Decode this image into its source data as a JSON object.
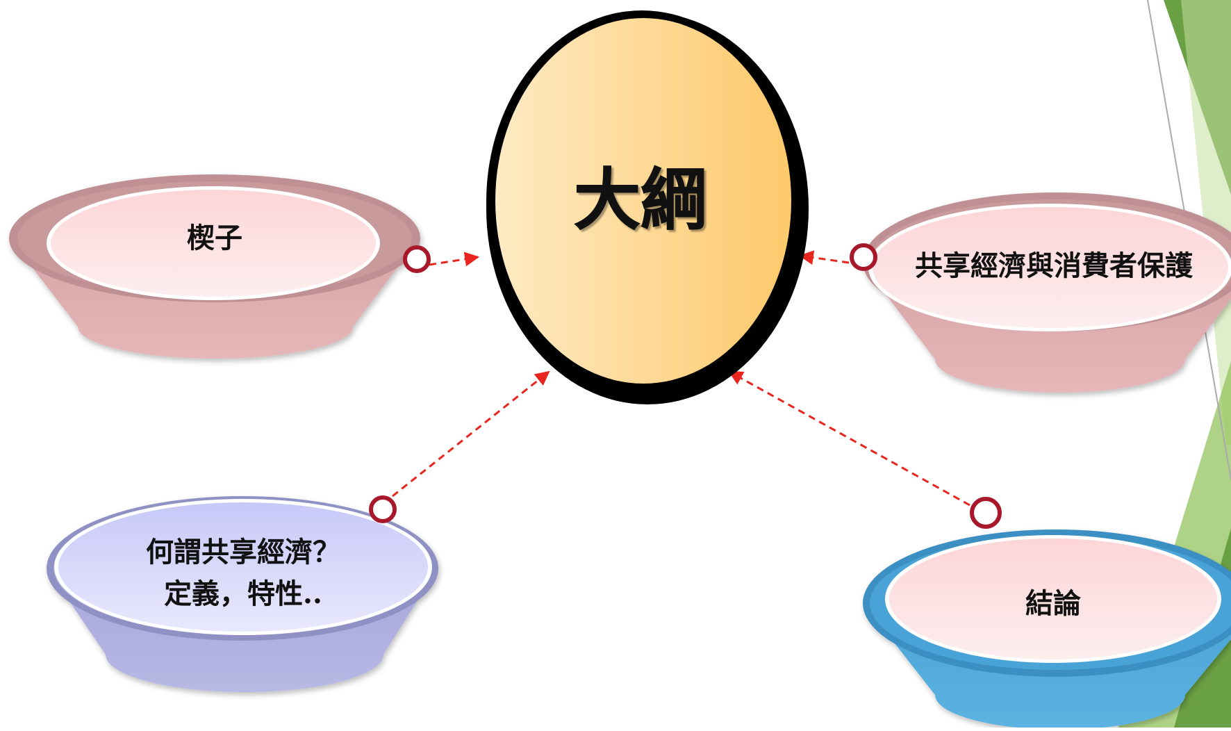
{
  "center": {
    "title": "大綱"
  },
  "topics": [
    {
      "id": "intro",
      "lines": [
        "楔子"
      ],
      "color": "pink"
    },
    {
      "id": "consumer",
      "lines": [
        "共享經濟與消費者保護"
      ],
      "color": "pink"
    },
    {
      "id": "definition",
      "lines": [
        "何謂共享經濟？",
        "定義，特性.."
      ],
      "color": "lavender"
    },
    {
      "id": "conclusion",
      "lines": [
        "結論"
      ],
      "color": "blue"
    }
  ],
  "colors": {
    "connector": "#e8251f",
    "ring": "#a8182b",
    "center_gold": "#fdc96b",
    "center_light": "#feeac4",
    "accent_green": "#76a94a"
  }
}
